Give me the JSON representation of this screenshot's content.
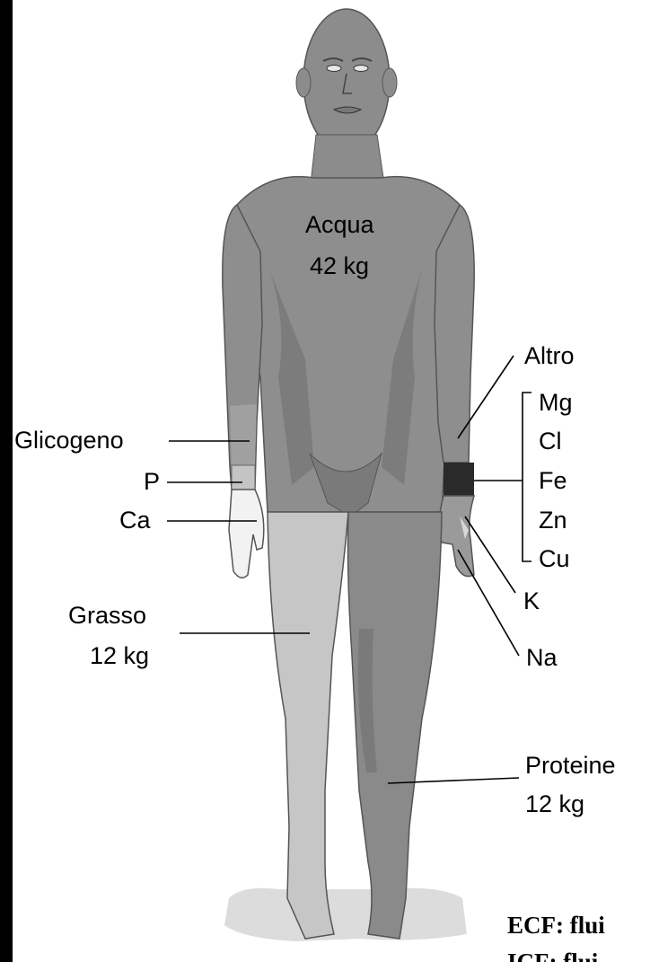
{
  "labels": {
    "water_name": "Acqua",
    "water_mass": "42 kg",
    "other": "Altro",
    "minerals": [
      "Mg",
      "Cl",
      "Fe",
      "Zn",
      "Cu"
    ],
    "glycogen": "Glicogeno",
    "phosphorus": "P",
    "calcium": "Ca",
    "fat_name": "Grasso",
    "fat_mass": "12 kg",
    "potassium": "K",
    "sodium": "Na",
    "protein_name": "Proteine",
    "protein_mass": "12 kg"
  },
  "footer": {
    "line1": "ECF: flui",
    "line2": "ICF: flui"
  }
}
